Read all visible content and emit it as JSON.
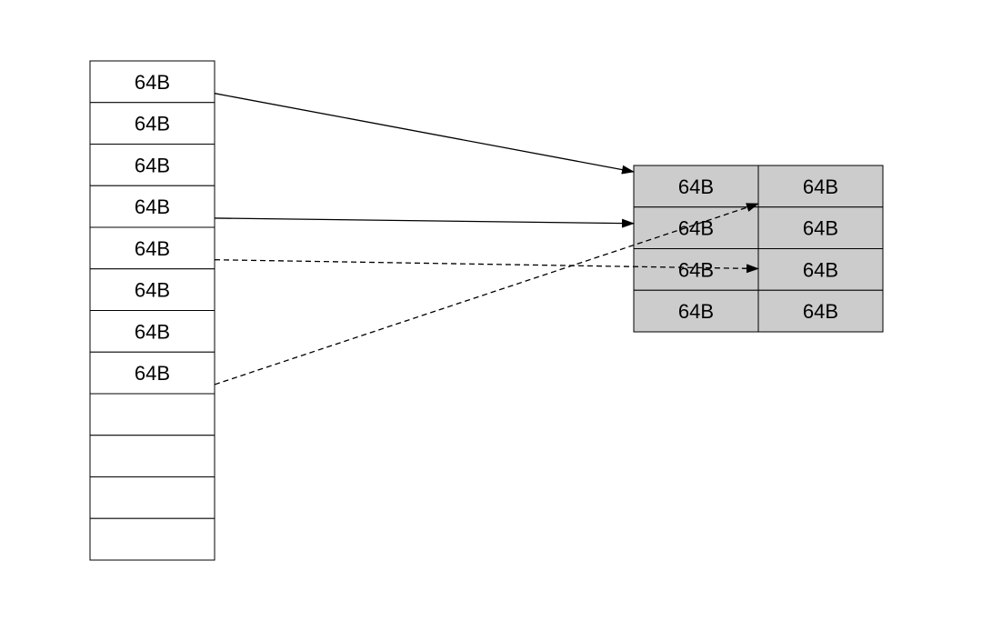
{
  "colors": {
    "stroke": "#000000",
    "grid_fill": "#cccccc",
    "column_fill": "#ffffff"
  },
  "left_column": {
    "cells": [
      "64B",
      "64B",
      "64B",
      "64B",
      "64B",
      "64B",
      "64B",
      "64B",
      "",
      "",
      "",
      ""
    ]
  },
  "right_grid": {
    "rows": [
      [
        "64B",
        "64B"
      ],
      [
        "64B",
        "64B"
      ],
      [
        "64B",
        "64B"
      ],
      [
        "64B",
        "64B"
      ]
    ]
  },
  "arrows": [
    {
      "from_cell": 0,
      "to_row": 0,
      "to_col": 0,
      "style": "solid"
    },
    {
      "from_cell": 3,
      "to_row": 1,
      "to_col": 0,
      "style": "solid"
    },
    {
      "from_cell": 4,
      "to_row": 2,
      "to_col": 1,
      "style": "dashed"
    },
    {
      "from_cell": 7,
      "to_row": 0,
      "to_col": 1,
      "style": "dashed"
    }
  ]
}
